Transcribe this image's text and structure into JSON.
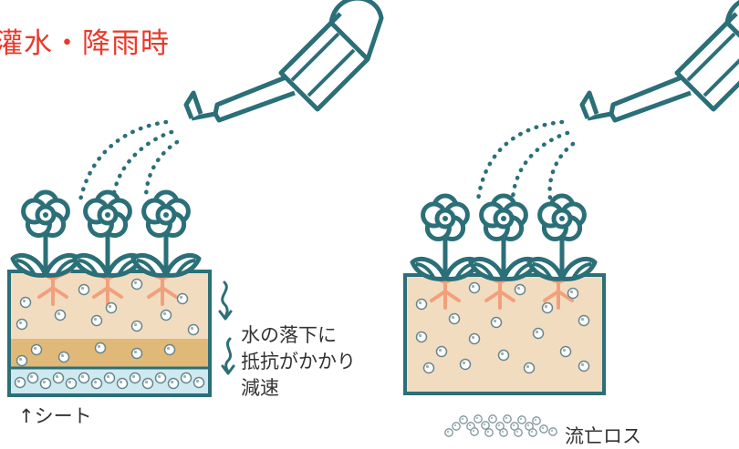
{
  "title": "灌水・降雨時",
  "left_note": [
    "水の落下に",
    "抵抗がかかり",
    "減速"
  ],
  "sheet_label": "↑シート",
  "runoff_label": "流亡ロス",
  "colors": {
    "title": "#e83a2a",
    "outline": "#2b6f78",
    "soil_light": "#f2dcc0",
    "soil_band": "#e0b878",
    "sheet": "#cfe9f0",
    "roots": "#f2a07c",
    "text": "#333333"
  },
  "icons": [
    "watering-can-icon",
    "flower-icon",
    "water-drop-icon",
    "root-icon",
    "wavy-arrow-icon"
  ]
}
